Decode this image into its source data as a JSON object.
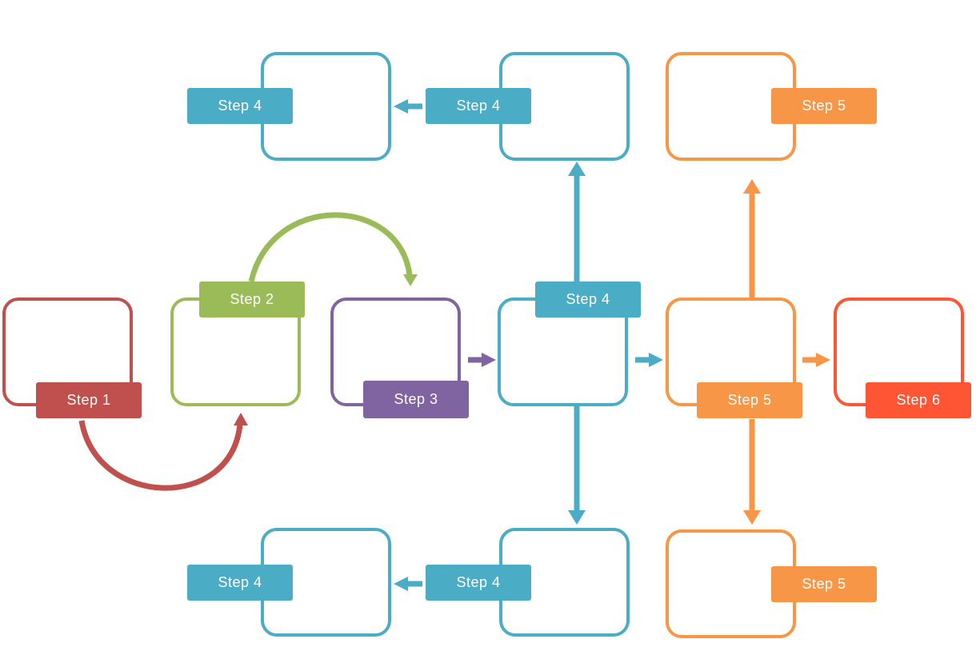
{
  "colors": {
    "step1": "#c0504d",
    "step2": "#9bbb59",
    "step3": "#8064a2",
    "step4": "#4bacc6",
    "step5": "#f79646",
    "step6": "#fe5535"
  },
  "steps": {
    "step1": "Step 1",
    "step2": "Step 2",
    "step3": "Step 3",
    "step4_center": "Step 4",
    "step4_top_mid": "Step 4",
    "step4_top_left": "Step 4",
    "step4_bottom_mid": "Step 4",
    "step4_bottom_left": "Step 4",
    "step5_center": "Step 5",
    "step5_top": "Step 5",
    "step5_bottom": "Step 5",
    "step6": "Step 6"
  }
}
